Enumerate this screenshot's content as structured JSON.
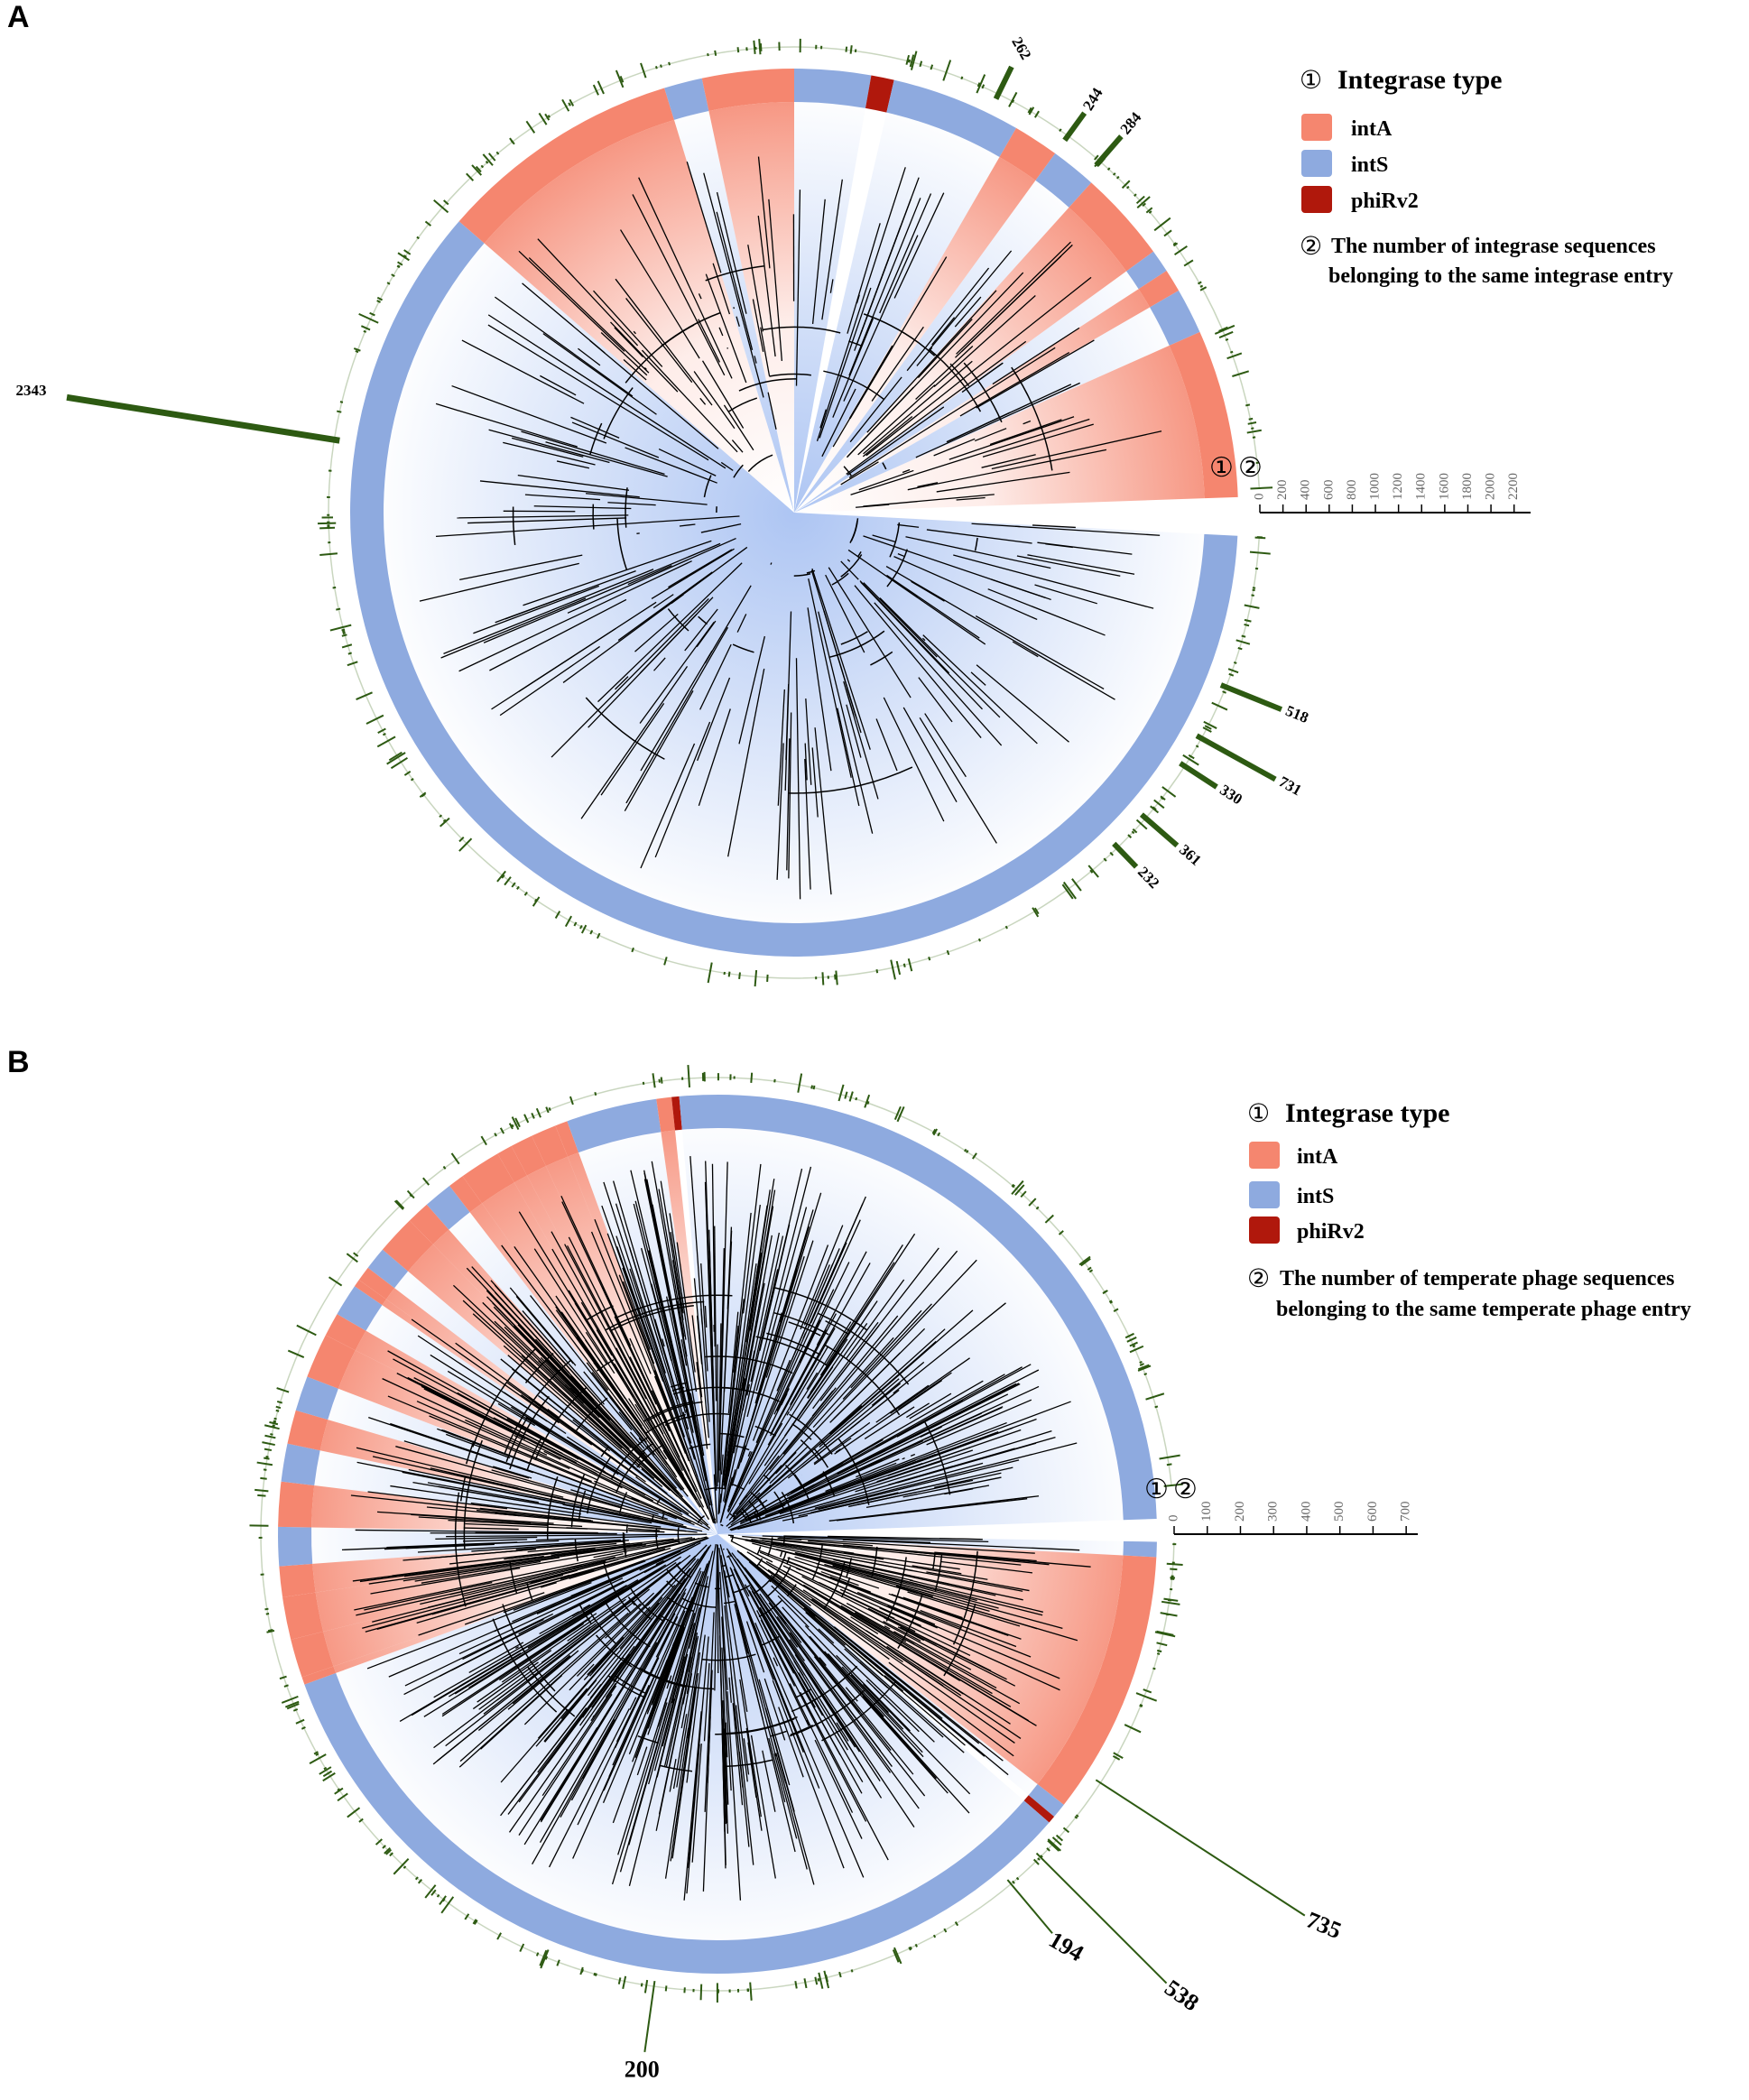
{
  "colors": {
    "intA": "#f5866f",
    "intS": "#8eaadf",
    "phiRv2": "#b0180c",
    "bars": "#2d5a12",
    "tree": "#000000"
  },
  "panels": [
    {
      "label": "A",
      "legend": {
        "title_marker": "①",
        "title": "Integrase type",
        "items": [
          {
            "label": "intA",
            "color": "#f5866f"
          },
          {
            "label": "intS",
            "color": "#8eaadf"
          },
          {
            "label": "phiRv2",
            "color": "#b0180c"
          }
        ],
        "note_marker": "②",
        "note_line1": "The number of integrase sequences",
        "note_line2": "belonging to the same integrase entry"
      },
      "ring_markers": [
        "①",
        "②"
      ],
      "scale_ticks": [
        "0",
        "200",
        "400",
        "600",
        "800",
        "1000",
        "1200",
        "1400",
        "1600",
        "1800",
        "2000",
        "2200"
      ],
      "bar_labels": [
        "2343",
        "262",
        "244",
        "284",
        "518",
        "731",
        "330",
        "361",
        "232"
      ]
    },
    {
      "label": "B",
      "legend": {
        "title_marker": "①",
        "title": "Integrase type",
        "items": [
          {
            "label": "intA",
            "color": "#f5866f"
          },
          {
            "label": "intS",
            "color": "#8eaadf"
          },
          {
            "label": "phiRv2",
            "color": "#b0180c"
          }
        ],
        "note_marker": "②",
        "note_line1": "The number of temperate phage sequences",
        "note_line2": "belonging to the same temperate phage entry"
      },
      "ring_markers": [
        "①",
        "②"
      ],
      "scale_ticks": [
        "0",
        "100",
        "200",
        "300",
        "400",
        "500",
        "600",
        "700"
      ],
      "bar_labels": [
        "735",
        "538",
        "194",
        "200"
      ]
    }
  ]
}
